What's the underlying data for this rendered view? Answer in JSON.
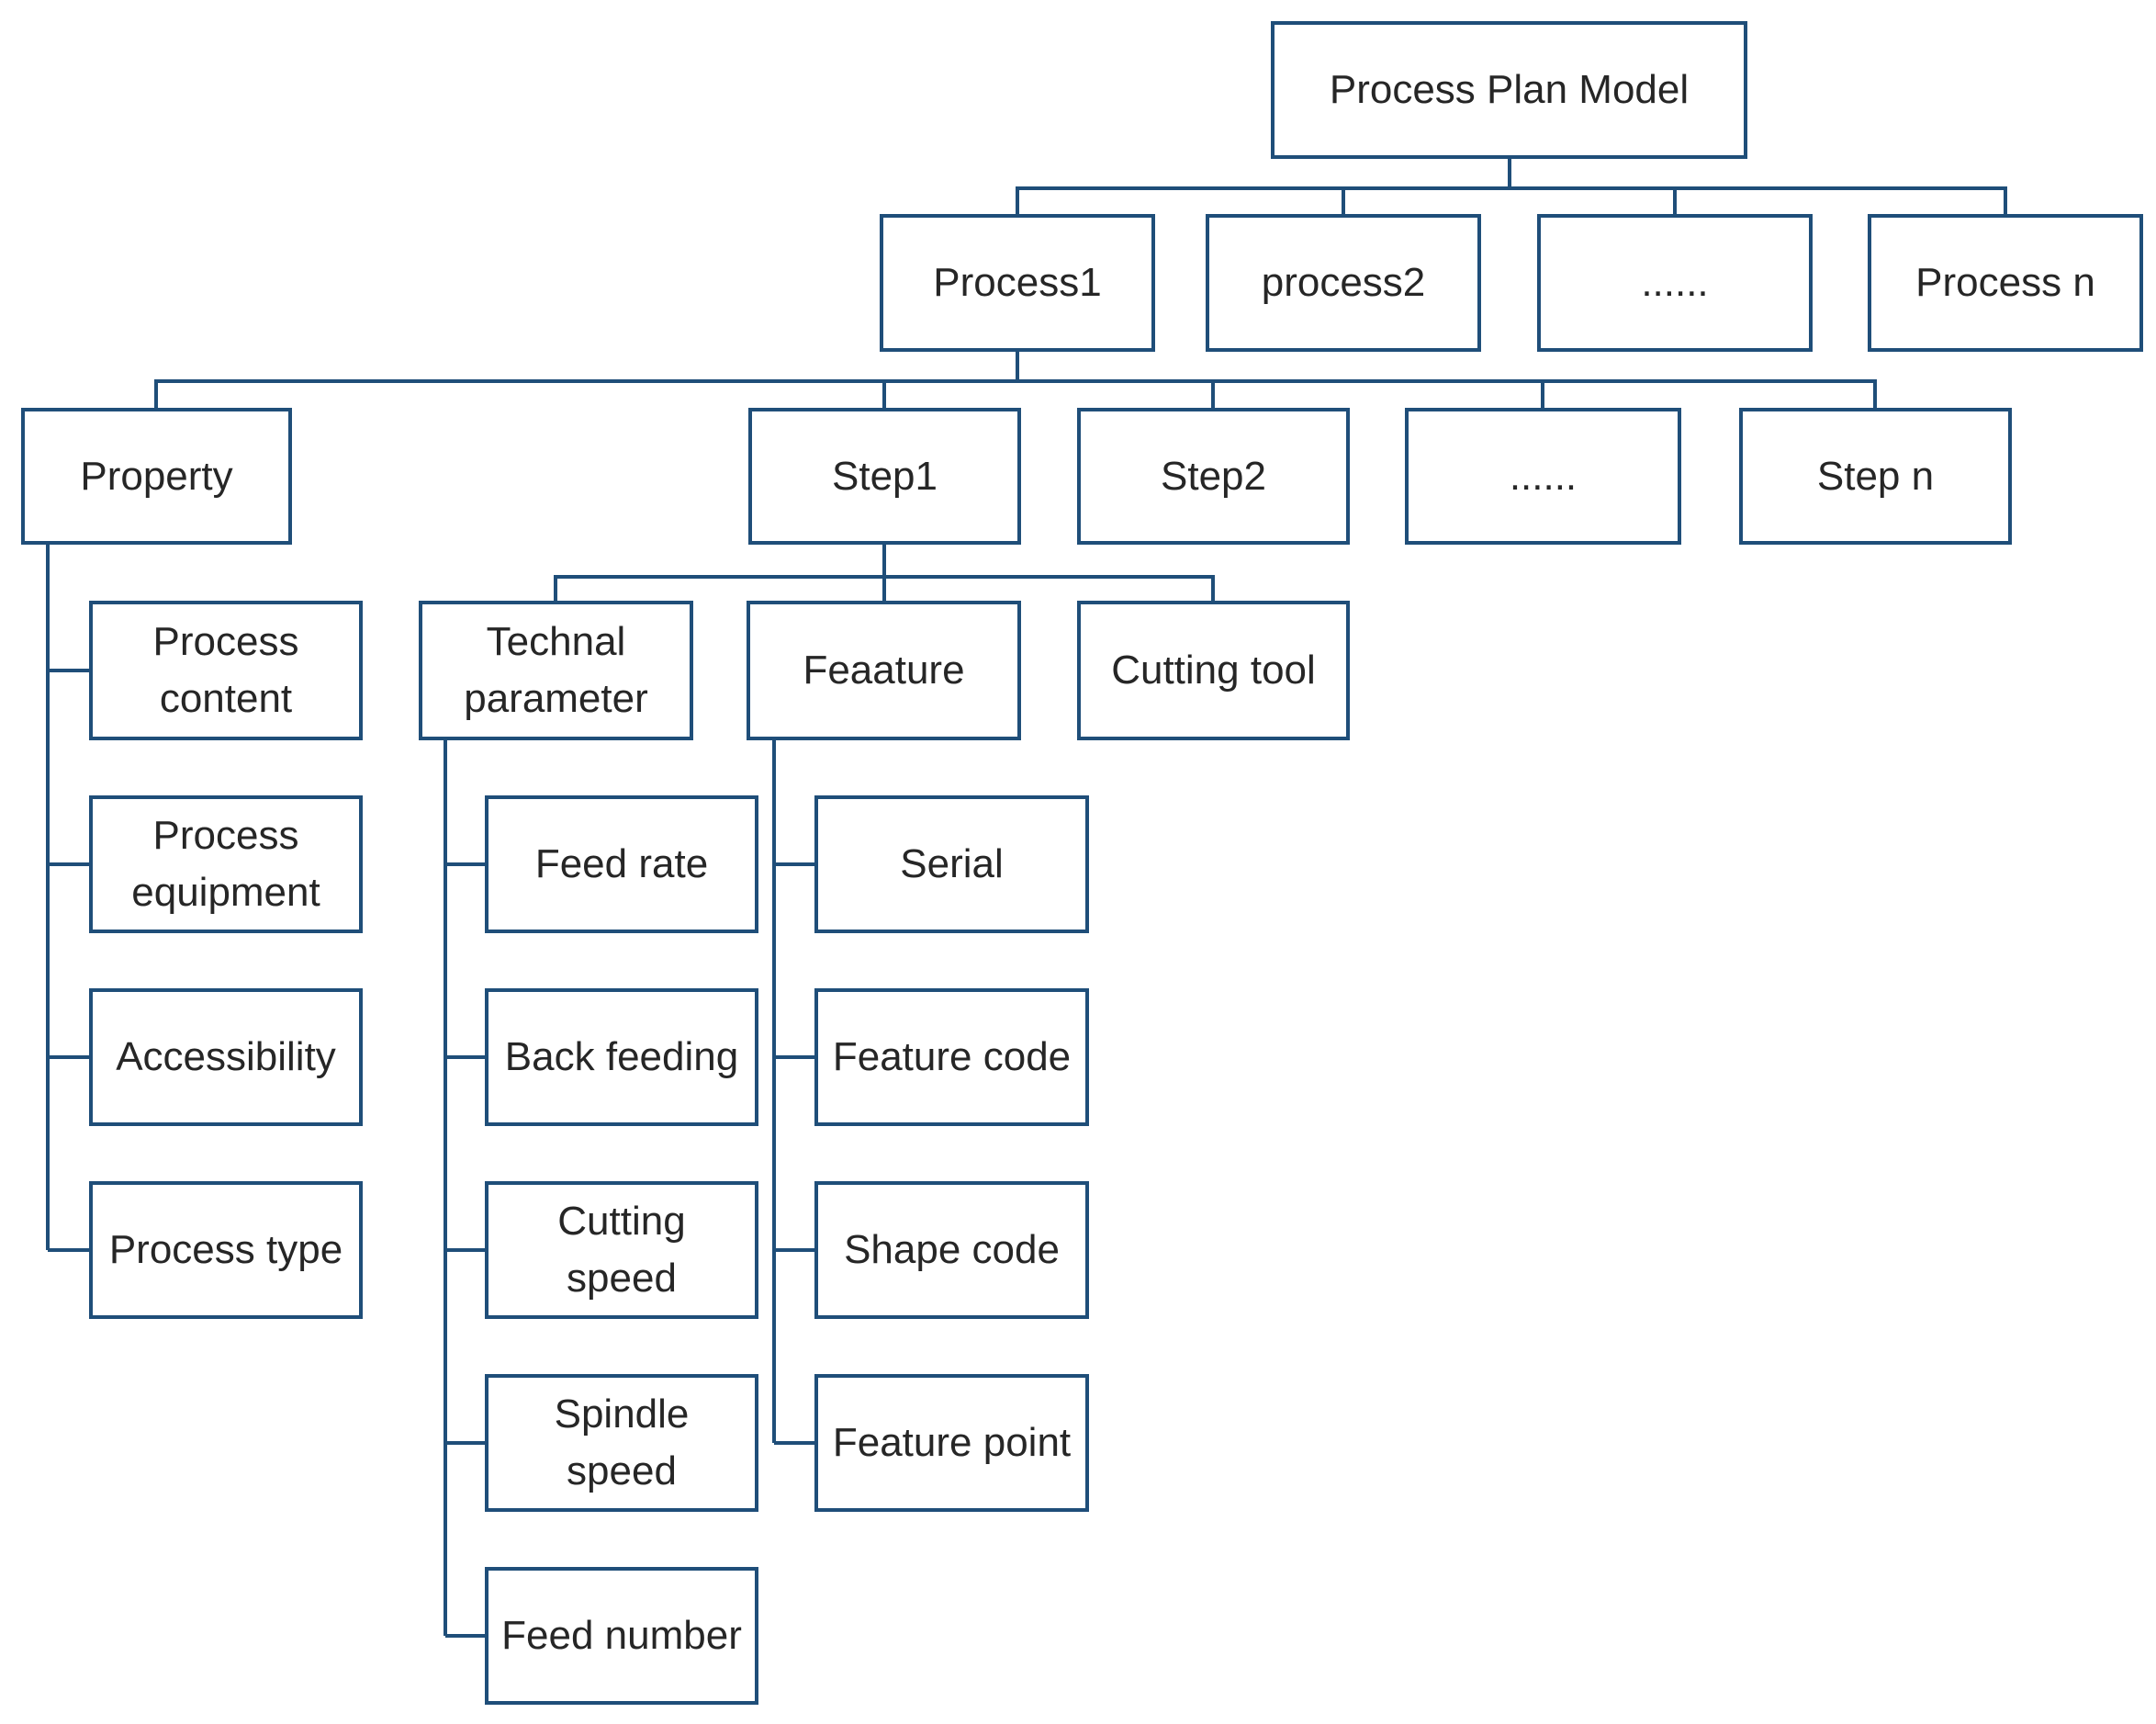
{
  "colors": {
    "background": "#ffffff",
    "box_border": "#1F4E79",
    "connector": "#1F4E79",
    "text": "#262626"
  },
  "diagram": {
    "root": {
      "label": "Process Plan Model"
    },
    "processes": [
      {
        "label": "Process1"
      },
      {
        "label": "process2"
      },
      {
        "label": "......"
      },
      {
        "label": "Process n"
      }
    ],
    "process1_children": {
      "property": {
        "label": "Property"
      },
      "steps": [
        {
          "label": "Step1"
        },
        {
          "label": "Step2"
        },
        {
          "label": "......"
        },
        {
          "label": "Step n"
        }
      ]
    },
    "property_children": [
      {
        "label": "Process\ncontent"
      },
      {
        "label": "Process\nequipment"
      },
      {
        "label": "Accessibility"
      },
      {
        "label": "Process type"
      }
    ],
    "step1_children": [
      {
        "label": "Technal\nparameter"
      },
      {
        "label": "Feaature"
      },
      {
        "label": "Cutting tool"
      }
    ],
    "technal_parameter_children": [
      {
        "label": "Feed rate"
      },
      {
        "label": "Back feeding"
      },
      {
        "label": "Cutting\nspeed"
      },
      {
        "label": "Spindle\nspeed"
      },
      {
        "label": "Feed number"
      }
    ],
    "feaature_children": [
      {
        "label": "Serial"
      },
      {
        "label": "Feature code"
      },
      {
        "label": "Shape code"
      },
      {
        "label": "Feature point"
      }
    ]
  }
}
